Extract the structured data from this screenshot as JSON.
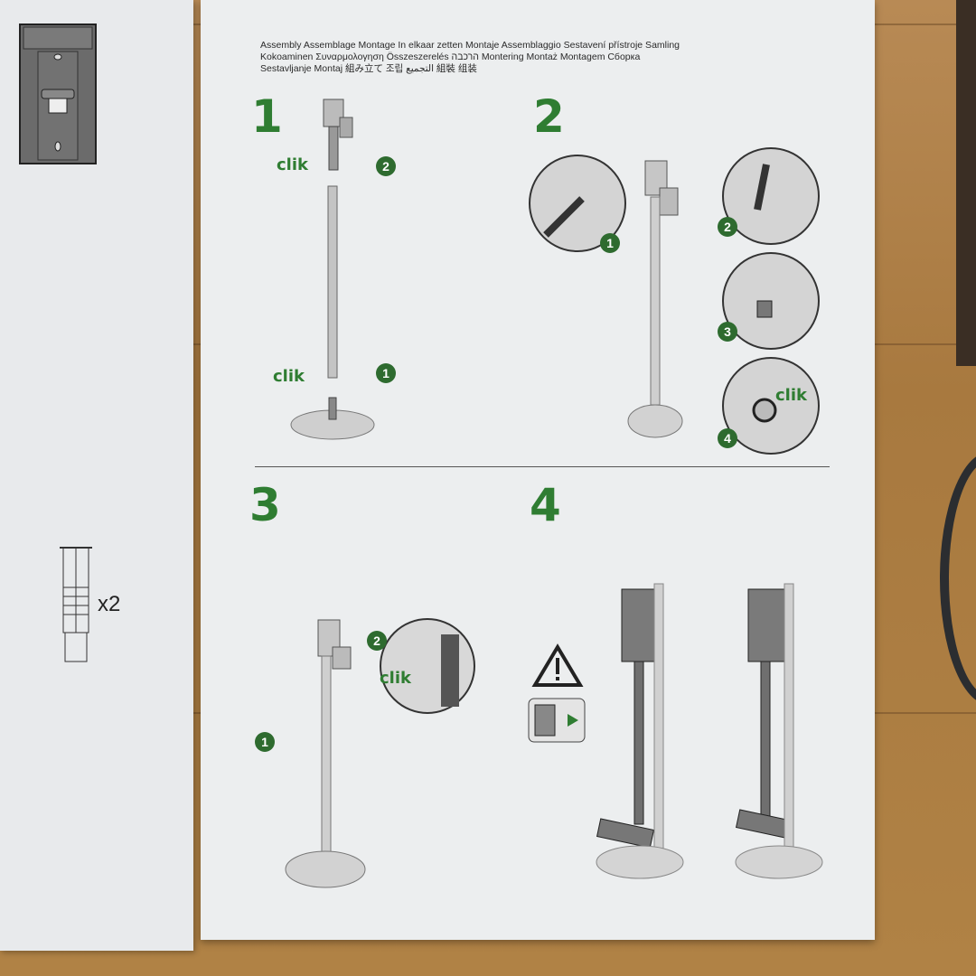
{
  "header": {
    "languages_line1": "Assembly Assemblage Montage In elkaar zetten Montaje Assemblaggio Sestavení přístroje Samling",
    "languages_line2": "Kokoaminen Συναρμολογηση Összeszerelés הרכבה Montering Montaż Montagem Сборка",
    "languages_line3": "Sestavljanje Montaj 組み立て 조립 التجميع 組裝 组装"
  },
  "left_sheet": {
    "quantity_label": "x2"
  },
  "steps": [
    {
      "number": "1",
      "sub_badges": [
        "2",
        "1"
      ],
      "sound_labels": [
        "clik",
        "clik"
      ]
    },
    {
      "number": "2",
      "sub_badges": [
        "1",
        "2",
        "3",
        "4"
      ],
      "sound_labels": [
        "clik"
      ]
    },
    {
      "number": "3",
      "sub_badges": [
        "1",
        "2"
      ],
      "sound_labels": [
        "clik"
      ]
    },
    {
      "number": "4",
      "warning": "warning-triangle",
      "plug_icon": "plug-in-icon"
    }
  ],
  "colors": {
    "accent_green": "#2f7d32",
    "paper": "#eceeef",
    "wood": "#b08245"
  }
}
